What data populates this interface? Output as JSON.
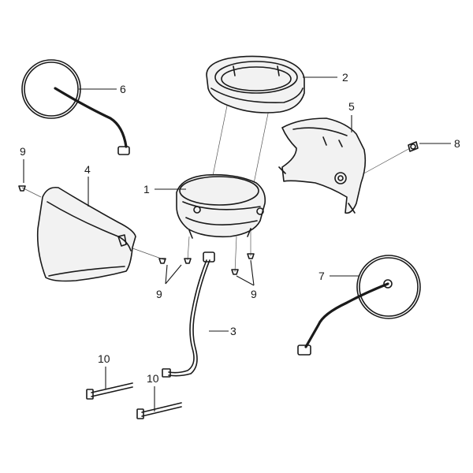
{
  "callouts": {
    "c1": "1",
    "c2": "2",
    "c3": "3",
    "c4": "4",
    "c5": "5",
    "c6": "6",
    "c7": "7",
    "c8": "8",
    "c9a": "9",
    "c9b": "9",
    "c9c": "9",
    "c10a": "10",
    "c10b": "10"
  }
}
